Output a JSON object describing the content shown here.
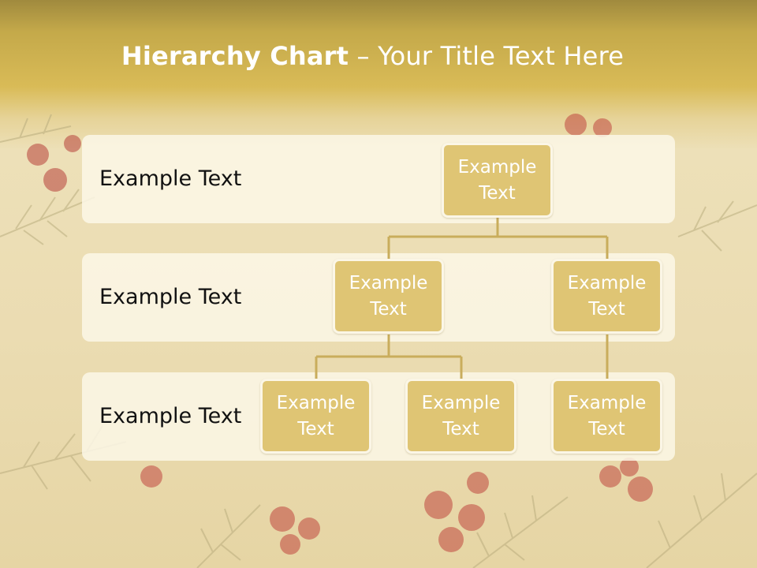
{
  "slide": {
    "title_bold": "Hierarchy Chart",
    "title_rest": " – Your Title Text Here"
  },
  "levels": [
    {
      "label": "Example Text"
    },
    {
      "label": "Example Text"
    },
    {
      "label": "Example Text"
    }
  ],
  "nodes": {
    "root": "Example Text",
    "left": "Example Text",
    "right": "Example Text",
    "left_child_1": "Example Text",
    "left_child_2": "Example Text",
    "right_child": "Example Text"
  },
  "colors": {
    "node_fill": "#dfc574",
    "connector": "#c9ad5c",
    "band": "#fcf7e6",
    "title_bar": "#d9bb57"
  }
}
